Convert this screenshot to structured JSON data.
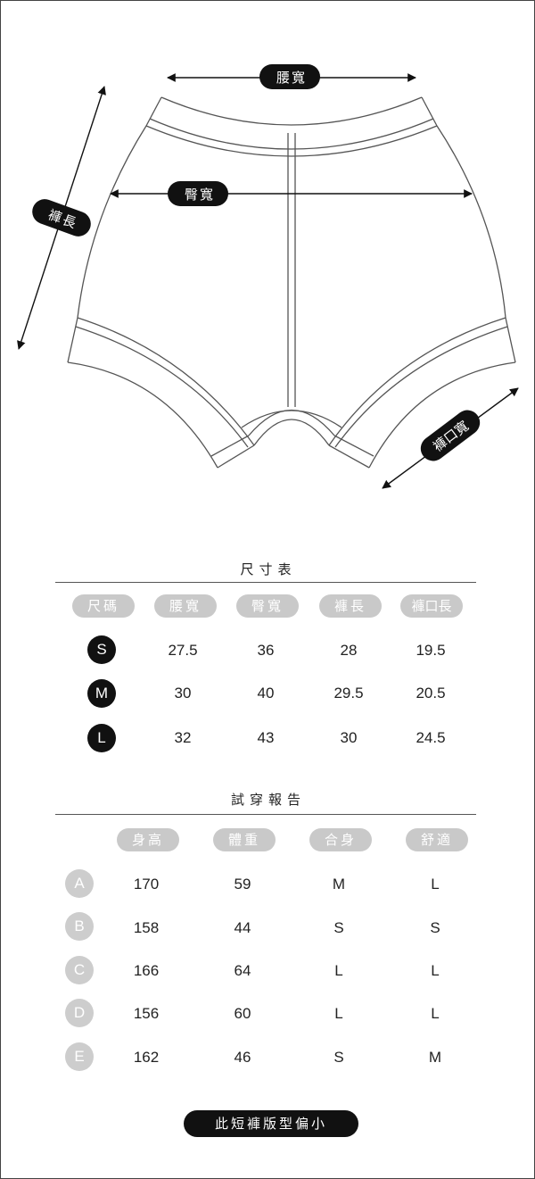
{
  "diagram": {
    "labels": {
      "waist": "腰寬",
      "hip": "臀寬",
      "length": "褲長",
      "leg_opening": "褲口寬"
    }
  },
  "size_chart": {
    "title": "尺寸表",
    "headers": [
      "尺碼",
      "腰寬",
      "臀寬",
      "褲長",
      "褲口長"
    ],
    "rows": [
      {
        "size": "S",
        "values": [
          "27.5",
          "36",
          "28",
          "19.5"
        ]
      },
      {
        "size": "M",
        "values": [
          "30",
          "40",
          "29.5",
          "20.5"
        ]
      },
      {
        "size": "L",
        "values": [
          "32",
          "43",
          "30",
          "24.5"
        ]
      }
    ]
  },
  "fit_report": {
    "title": "試穿報告",
    "headers": [
      "身高",
      "體重",
      "合身",
      "舒適"
    ],
    "rows": [
      {
        "id": "A",
        "values": [
          "170",
          "59",
          "M",
          "L"
        ]
      },
      {
        "id": "B",
        "values": [
          "158",
          "44",
          "S",
          "S"
        ]
      },
      {
        "id": "C",
        "values": [
          "166",
          "64",
          "L",
          "L"
        ]
      },
      {
        "id": "D",
        "values": [
          "156",
          "60",
          "L",
          "L"
        ]
      },
      {
        "id": "E",
        "values": [
          "162",
          "46",
          "S",
          "M"
        ]
      }
    ]
  },
  "note": "此短褲版型偏小",
  "colors": {
    "pill": "#c9c9c9",
    "dark": "#111111",
    "line": "#555555"
  }
}
